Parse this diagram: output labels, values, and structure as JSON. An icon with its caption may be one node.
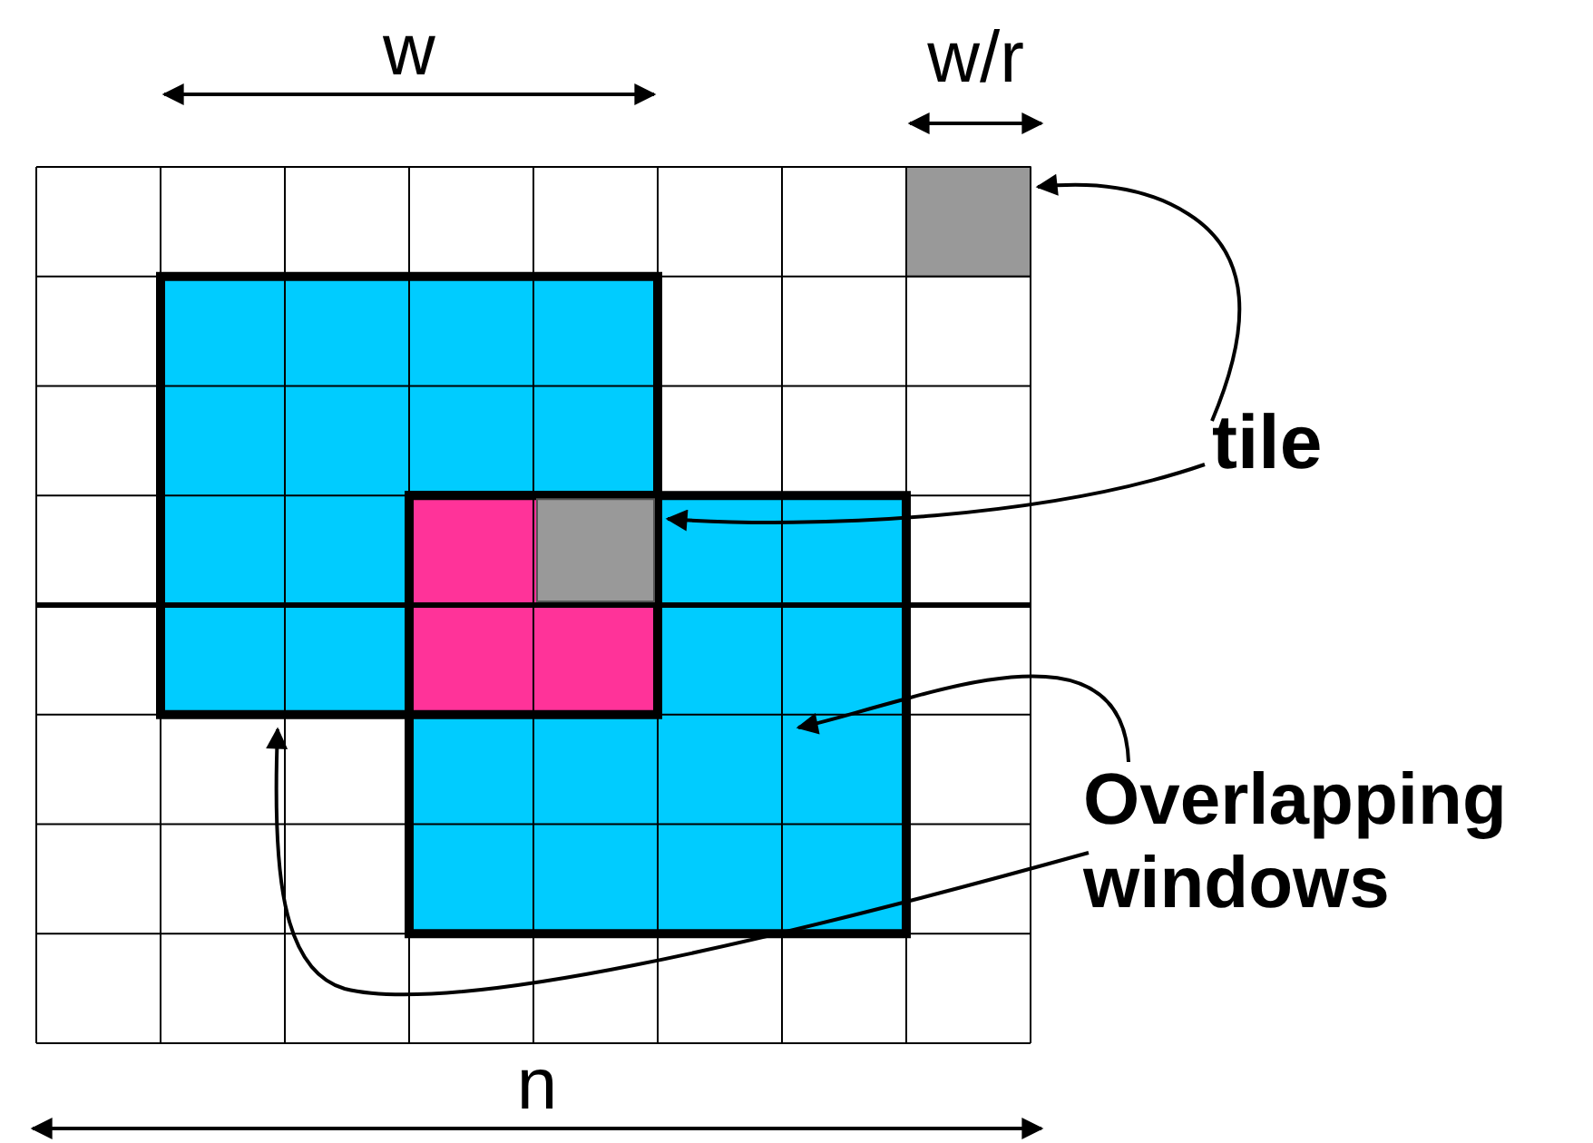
{
  "diagram": {
    "nodes": [
      {
        "text": [],
        "shape": "box"
      },
      {
        "text": [],
        "shape": "box"
      },
      {
        "text": [
          "tile"
        ]
      },
      {
        "text": [],
        "shape": "box"
      },
      {
        "text": [],
        "shape": "box"
      },
      {
        "text": [
          "Overlapping windows"
        ]
      }
    ],
    "edges": [
      {
        "from": 2,
        "to": 0,
        "arrow": "to"
      },
      {
        "from": 2,
        "to": 3,
        "arrow": "to"
      },
      {
        "from": 5,
        "to": 4,
        "arrow": "to"
      },
      {
        "from": 5,
        "to": 1,
        "arrow": "to"
      }
    ],
    "labels": [
      "w",
      "w/r",
      "n"
    ]
  }
}
